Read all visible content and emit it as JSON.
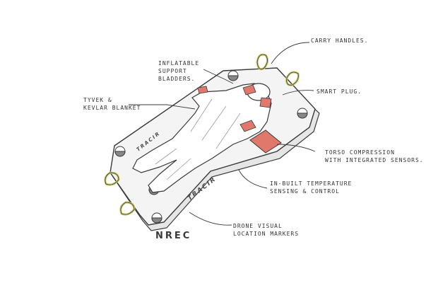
{
  "annotations": {
    "carry_handles": "Carry Handles.",
    "bladders": [
      "Inflatable",
      "Support",
      "Bladders."
    ],
    "blanket": [
      "Tyvek &",
      "Kevlar Blanket"
    ],
    "smart_plug": "Smart Plug.",
    "torso": [
      "Torso Compression",
      "with Integrated Sensors."
    ],
    "temperature": [
      "In-Built Temperature",
      "Sensing & Control"
    ],
    "drone": [
      "Drone Visual",
      "Location Markers"
    ]
  },
  "board_text": {
    "main": "TRACIR",
    "edge": "TRACIR"
  },
  "logo": "NREC",
  "colors": {
    "ink": "#3a3a3a",
    "accent": "#e0786c",
    "handle": "#c9c86a",
    "board": "#f4f4f4"
  }
}
